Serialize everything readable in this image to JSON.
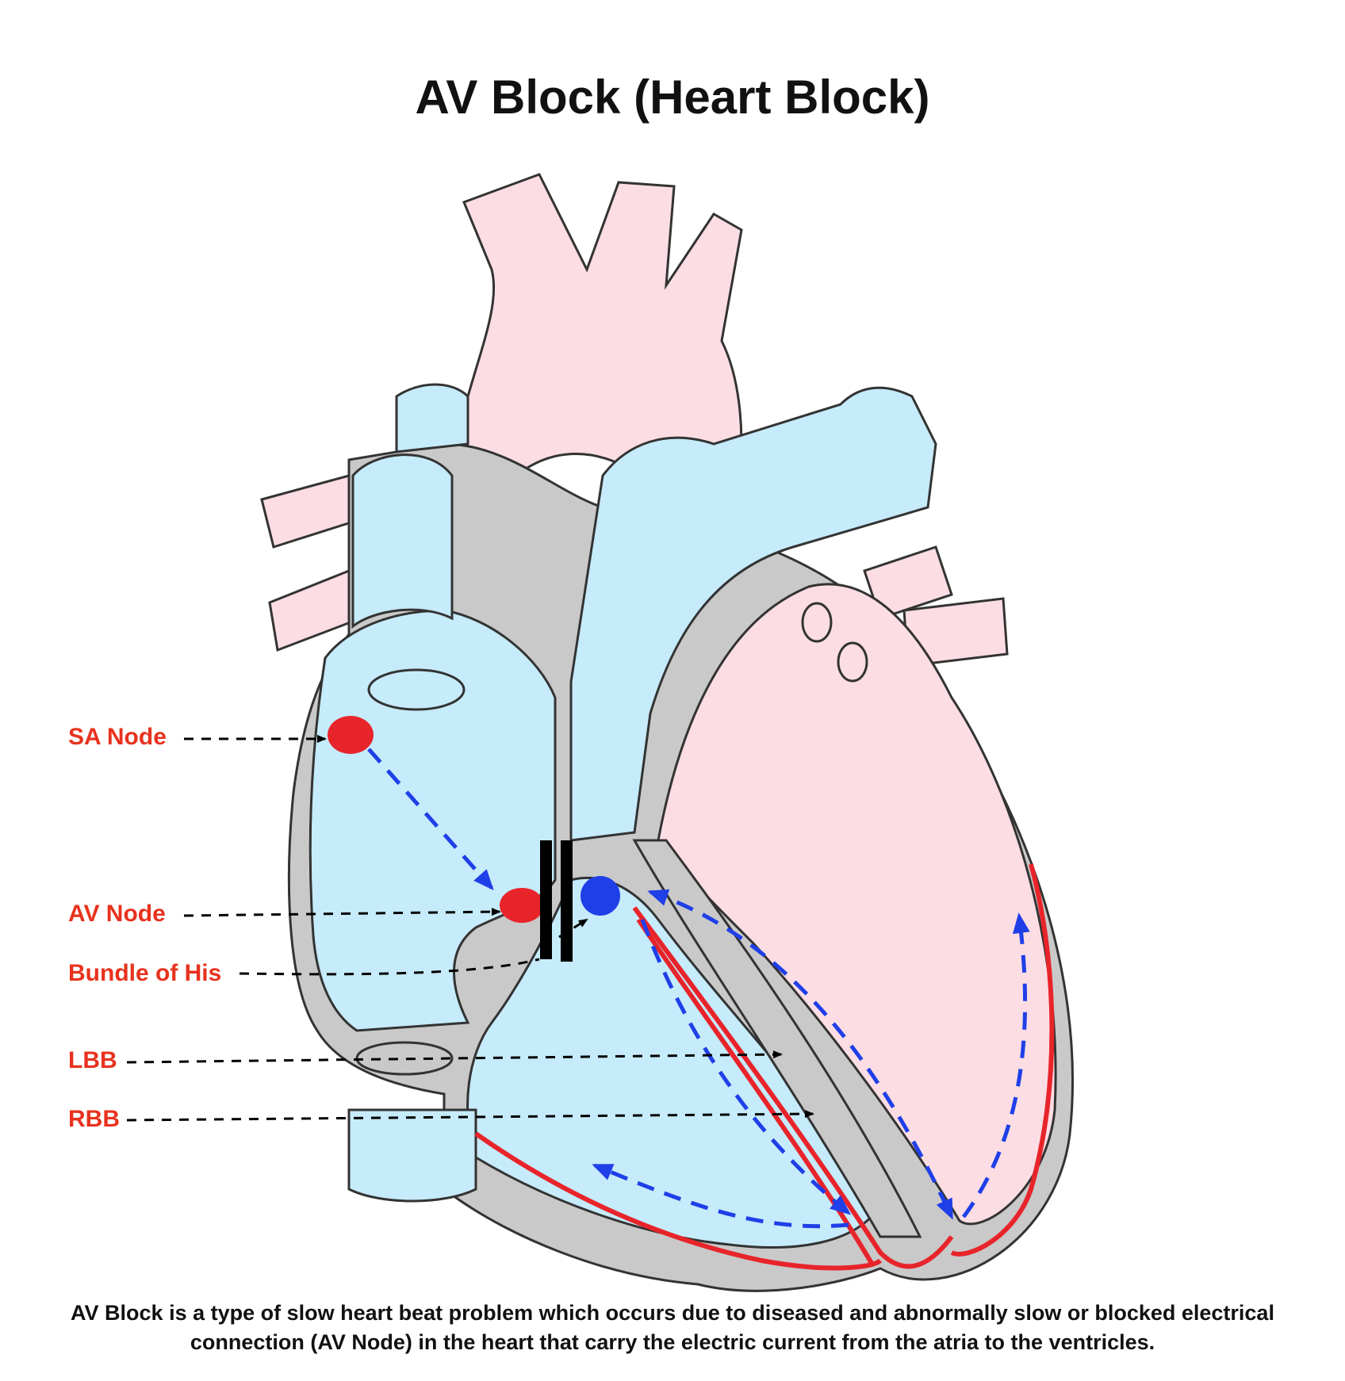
{
  "title": "AV Block (Heart Block)",
  "labels": {
    "sa_node": "SA Node",
    "av_node": "AV Node",
    "bundle_of_his": "Bundle of His",
    "lbb": "LBB",
    "rbb": "RBB"
  },
  "caption": {
    "line1": "AV Block is a type of slow heart beat problem which occurs due to diseased and abnormally slow or blocked electrical",
    "line2": "connection (AV Node) in the heart that carry the electric current from the atria to the ventricles."
  },
  "colors": {
    "oxygenated": "#fbdde3",
    "deoxygenated": "#c6ebfa",
    "wall": "#c9c9c9",
    "conduction": "#e8242b",
    "node": "#e8242b",
    "signal_arrow": "#1f3fe8",
    "block_bar": "#000000",
    "label_text": "#e8321e"
  }
}
